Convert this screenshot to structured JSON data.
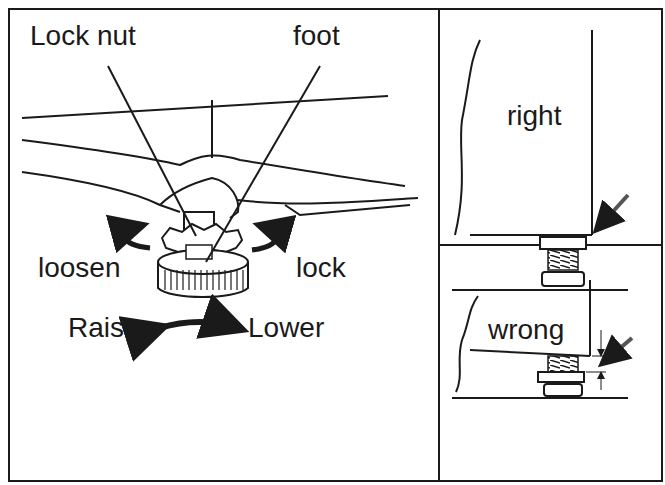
{
  "diagram": {
    "labels": [
      "Lock nut",
      "foot",
      "loosen",
      "lock",
      "Raise",
      "Lower",
      "right",
      "wrong"
    ]
  }
}
